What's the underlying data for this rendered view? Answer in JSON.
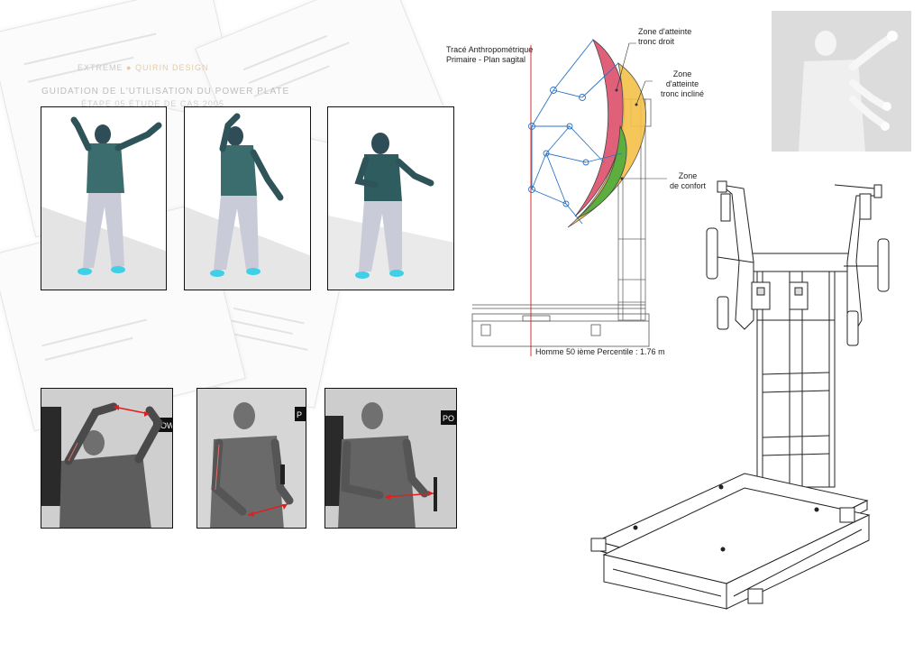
{
  "background_doc": {
    "brand_left": "EXTREME",
    "brand_right": "QUIRIN DESIGN",
    "title": "GUIDATION DE L'UTILISATION DU POWER PLATE",
    "subtitle": "ÉTAPE 05 ÉTUDE DE CAS 2005"
  },
  "diagram": {
    "trace_label_1": "Tracé Anthropométrique",
    "trace_label_2": "Primaire - Plan sagital",
    "zone_droit_1": "Zone d'atteinte",
    "zone_droit_2": "tronc droit",
    "zone_incline_1": "Zone",
    "zone_incline_2": "d'atteinte",
    "zone_incline_3": "tronc incliné",
    "zone_confort_1": "Zone",
    "zone_confort_2": "de confort",
    "percentile": "Homme 50 ième Percentile : 1.76 m",
    "colors": {
      "reach_upright": "#e0607a",
      "reach_inclined": "#f5c24a",
      "comfort": "#5cae3f",
      "anthro_trace": "#2b73c4",
      "sagittal_line": "#e03030"
    }
  },
  "photo_text": {
    "sign_1": "POW",
    "sign_2": "P",
    "sign_3": "PO"
  }
}
